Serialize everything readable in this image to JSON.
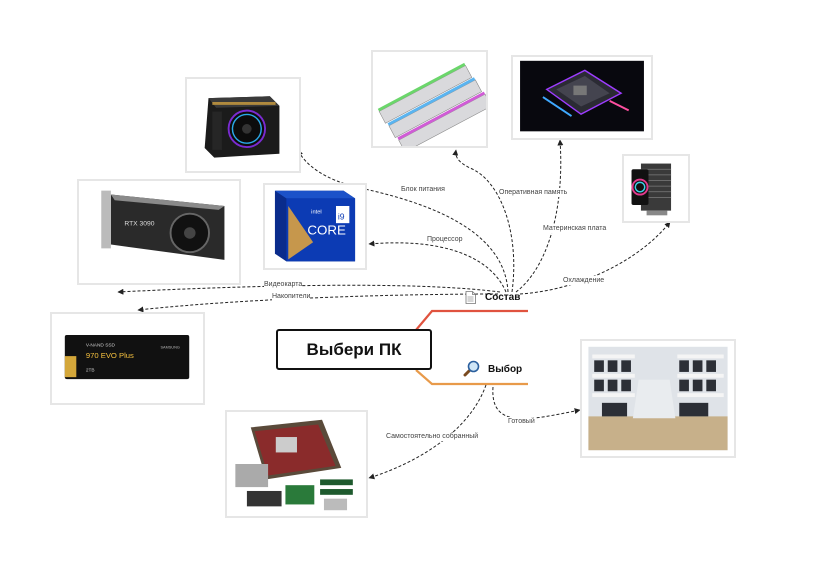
{
  "central": {
    "title": "Выбери ПК"
  },
  "branches": [
    {
      "label": "Состав",
      "icon": "document-icon",
      "color": "#e0533f"
    },
    {
      "label": "Выбор",
      "icon": "magnifier-icon",
      "color": "#e89a4a"
    }
  ],
  "composition_items": [
    {
      "label": "Блок питания",
      "image": "power-supply"
    },
    {
      "label": "Оперативная память",
      "image": "ram-modules"
    },
    {
      "label": "Материнская плата",
      "image": "motherboard"
    },
    {
      "label": "Процессор",
      "image": "intel-core-i9-box"
    },
    {
      "label": "Охлаждение",
      "image": "cpu-cooler"
    },
    {
      "label": "Видеокарта",
      "image": "rtx-3090-graphics-card"
    },
    {
      "label": "Накопители",
      "image": "nvme-ssd"
    }
  ],
  "choice_items": [
    {
      "label": "Самостоятельно собранный",
      "image": "pc-parts"
    },
    {
      "label": "Готовый",
      "image": "computer-store"
    }
  ],
  "image_texts": {
    "gpu": "RTX 3090",
    "cpu_brand": "intel",
    "cpu_line": "CORE",
    "cpu_tier": "i9",
    "ssd_line1": "V-NAND SSD",
    "ssd_line2": "970 EVO Plus",
    "ssd_brand": "SAMSUNG",
    "ssd_cap": "2TB"
  }
}
